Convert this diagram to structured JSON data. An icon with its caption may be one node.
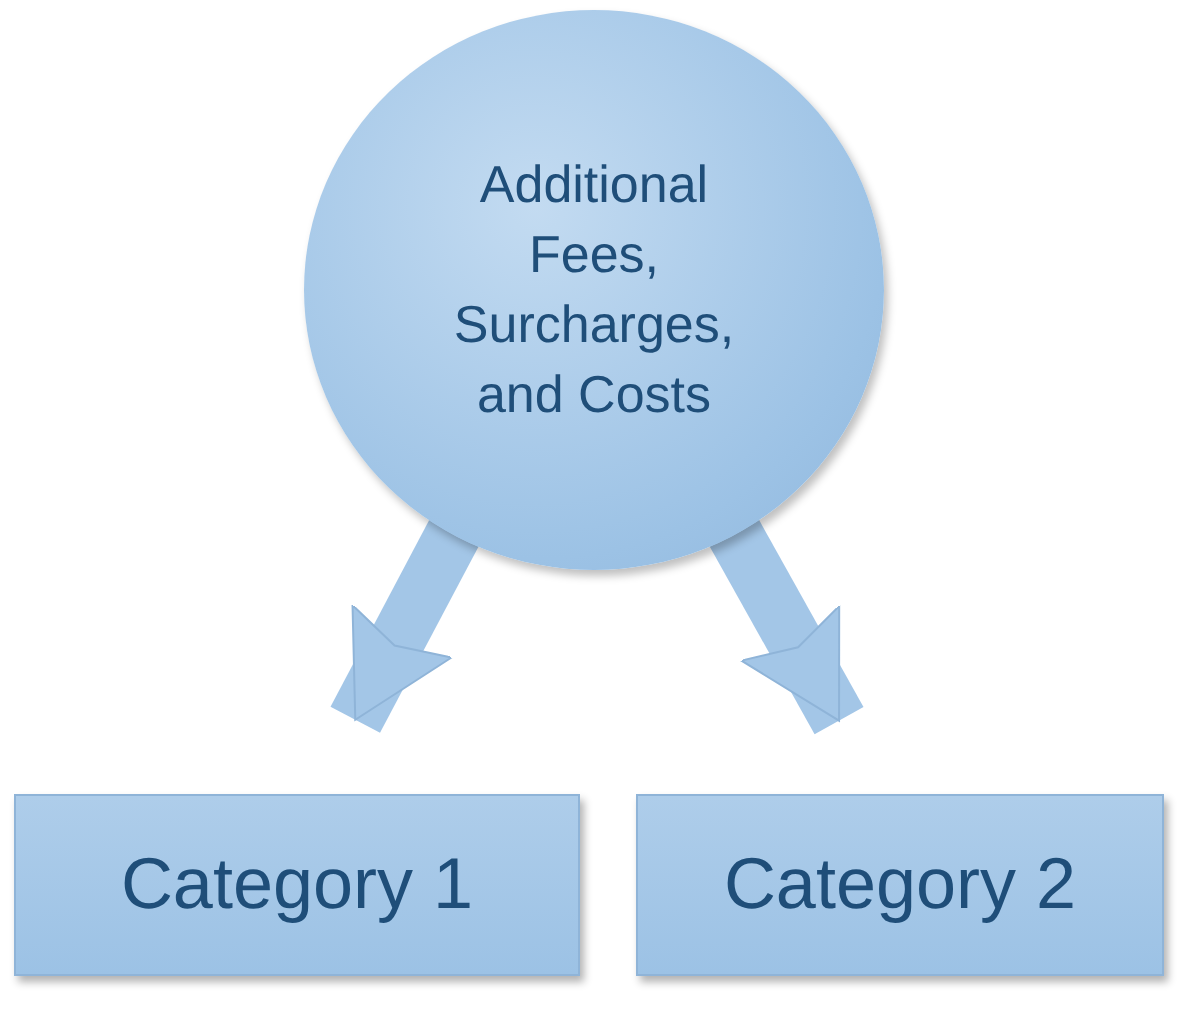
{
  "diagram": {
    "nodes": [
      {
        "text": [
          "Additional Fees, Surcharges, and Costs"
        ]
      },
      {
        "text": [
          "Category 1"
        ]
      },
      {
        "text": [
          "Category 2"
        ]
      }
    ],
    "edges": [
      {
        "from": 0,
        "to": 1,
        "arrow": "to"
      },
      {
        "from": 0,
        "to": 2,
        "arrow": "to"
      }
    ]
  }
}
